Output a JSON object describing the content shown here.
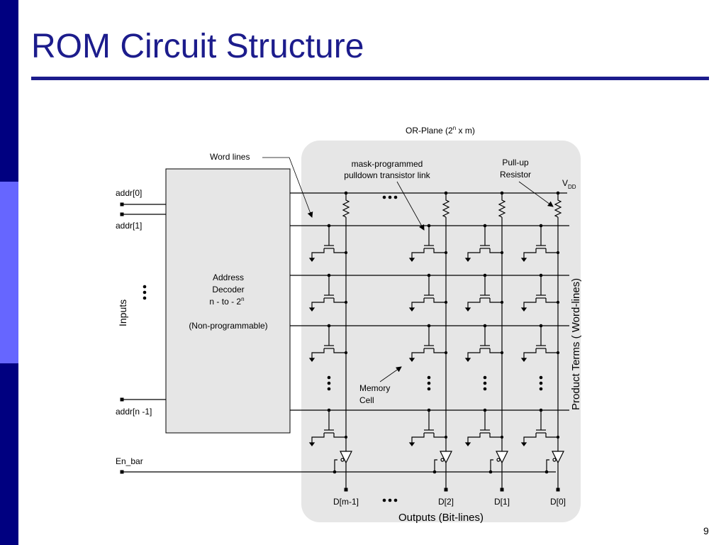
{
  "slide": {
    "title": "ROM Circuit Structure",
    "page_number": "9",
    "colors": {
      "title": "#1c1c8c",
      "sidebar_dark": "#000080",
      "sidebar_light": "#6666ff",
      "or_plane_bg": "#e6e6e6"
    }
  },
  "diagram": {
    "or_plane_label": {
      "main": "OR-Plane (2",
      "sup": "n",
      "tail": " x m)"
    },
    "word_lines_label": "Word lines",
    "mask_label": [
      "mask-programmed",
      "pulldown transistor link"
    ],
    "pullup_label": [
      "Pull-up",
      "Resistor"
    ],
    "vdd": {
      "main": "V",
      "sub": "DD"
    },
    "inputs": {
      "addr0": "addr[0]",
      "addr1": "addr[1]",
      "addrn": "addr[n -1]",
      "en": "En_bar",
      "group_label": "Inputs"
    },
    "decoder": {
      "line1": "Address",
      "line2": "Decoder",
      "line3": {
        "main": "n - to - 2",
        "sup": "n"
      },
      "line4": "(Non-programmable)"
    },
    "memory_cell_label": [
      "Memory",
      "Cell"
    ],
    "product_terms_label": "Product Terms ( Word-lines)",
    "outputs": [
      "D[m-1]",
      "D[2]",
      "D[1]",
      "D[0]"
    ],
    "outputs_label": "Outputs (Bit-lines)"
  }
}
